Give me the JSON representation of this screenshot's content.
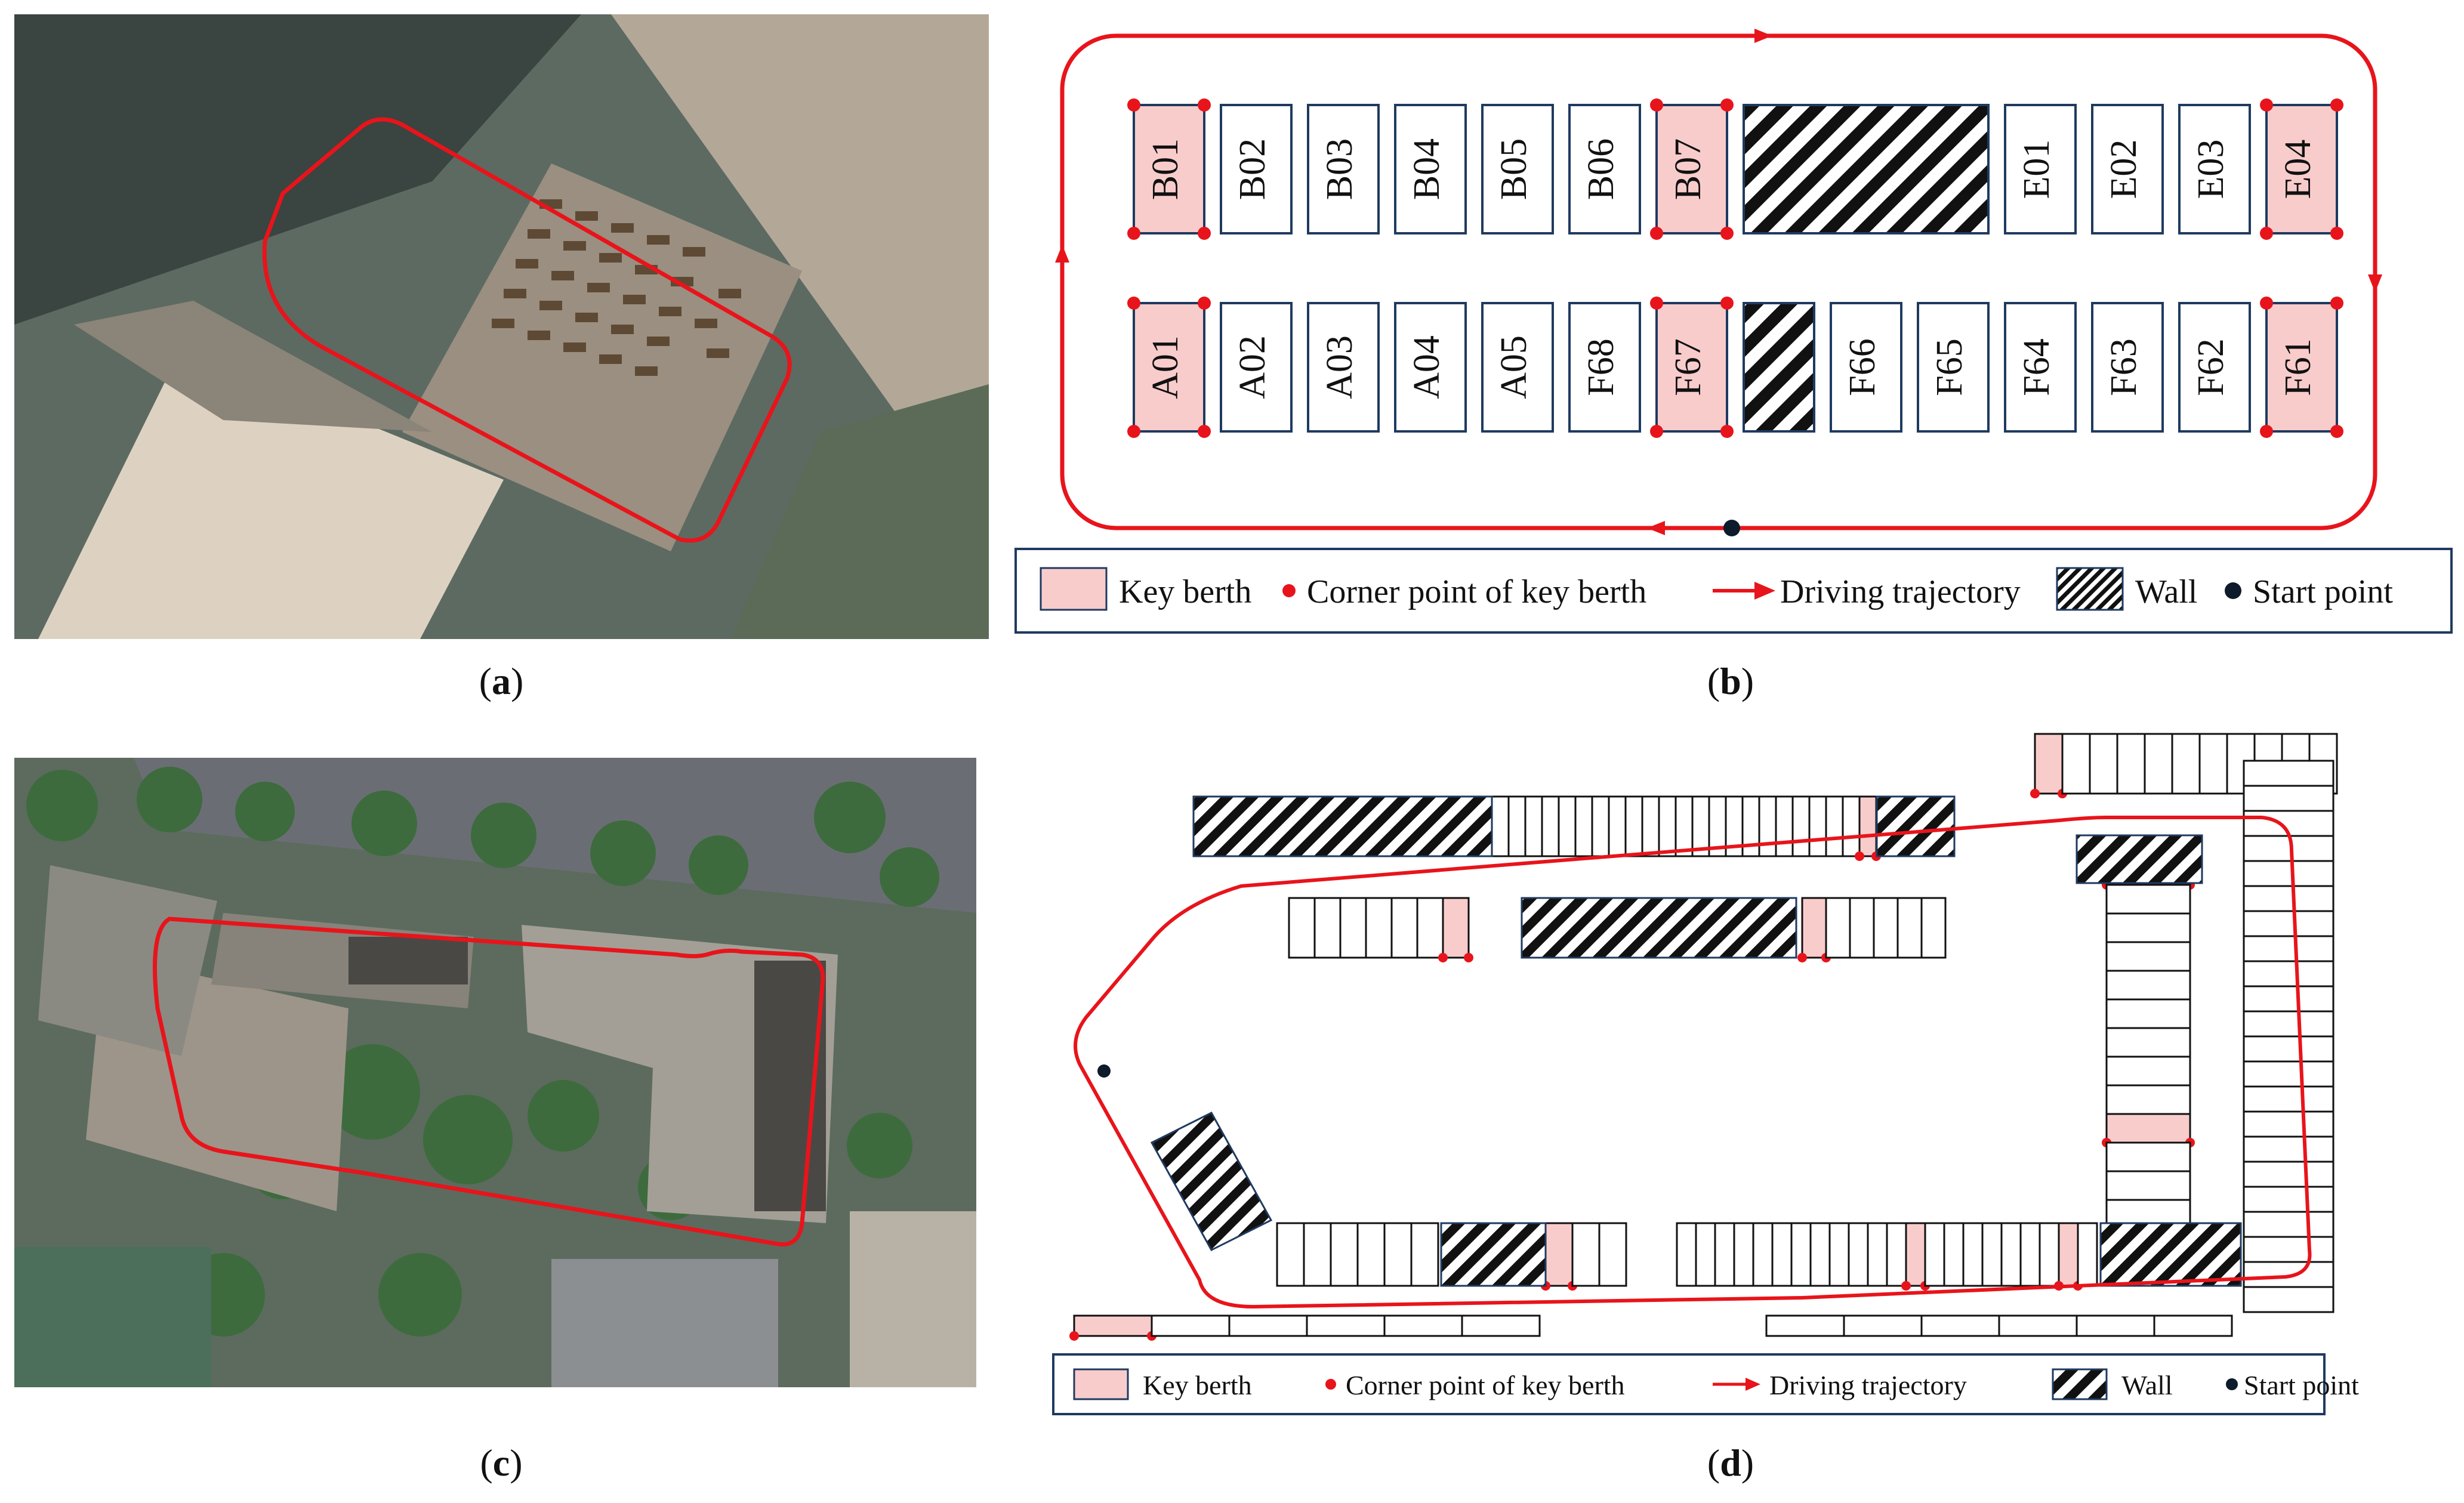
{
  "captions": {
    "a": "a",
    "b": "b",
    "c": "c",
    "d": "d"
  },
  "panel_b": {
    "top_row": [
      {
        "label": "B01",
        "type": "key"
      },
      {
        "label": "B02",
        "type": "normal"
      },
      {
        "label": "B03",
        "type": "normal"
      },
      {
        "label": "B04",
        "type": "normal"
      },
      {
        "label": "B05",
        "type": "normal"
      },
      {
        "label": "B06",
        "type": "normal"
      },
      {
        "label": "B07",
        "type": "key"
      },
      {
        "label": "",
        "type": "wall"
      },
      {
        "label": "E01",
        "type": "normal"
      },
      {
        "label": "E02",
        "type": "normal"
      },
      {
        "label": "E03",
        "type": "normal"
      },
      {
        "label": "E04",
        "type": "key"
      }
    ],
    "bottom_row": [
      {
        "label": "A01",
        "type": "key"
      },
      {
        "label": "A02",
        "type": "normal"
      },
      {
        "label": "A03",
        "type": "normal"
      },
      {
        "label": "A04",
        "type": "normal"
      },
      {
        "label": "A05",
        "type": "normal"
      },
      {
        "label": "F68",
        "type": "normal"
      },
      {
        "label": "F67",
        "type": "key"
      },
      {
        "label": "",
        "type": "wall"
      },
      {
        "label": "F66",
        "type": "normal"
      },
      {
        "label": "F65",
        "type": "normal"
      },
      {
        "label": "F64",
        "type": "normal"
      },
      {
        "label": "F63",
        "type": "normal"
      },
      {
        "label": "F62",
        "type": "normal"
      },
      {
        "label": "F61",
        "type": "key"
      }
    ]
  },
  "legend": {
    "key_berth": "Key berth",
    "corner_point": "Corner point of key berth",
    "trajectory": "Driving trajectory",
    "wall": "Wall",
    "start_point": "Start point"
  },
  "colors": {
    "trajectory": "#e8141b",
    "key_berth_fill": "#f9cccc",
    "berth_stroke": "#1f3a5f",
    "start_point": "#0d1b2a"
  }
}
